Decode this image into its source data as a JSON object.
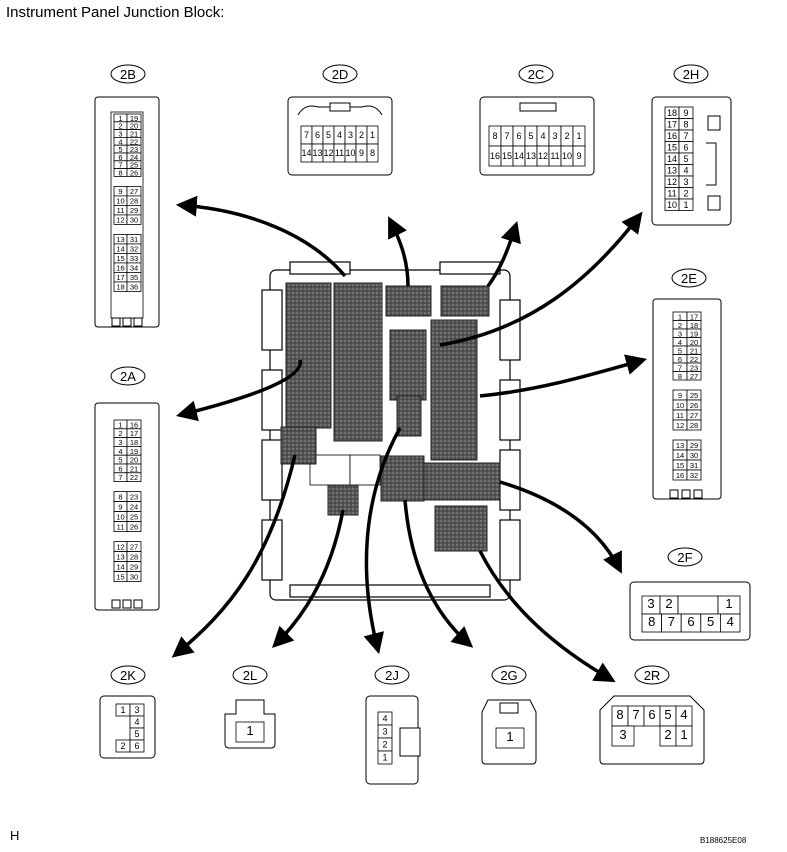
{
  "title": "Instrument Panel Junction Block:",
  "footer_left": "H",
  "footer_right": "B188625E08",
  "connectors": {
    "2B": {
      "label": "2B",
      "rows": [
        [
          "1",
          "19"
        ],
        [
          "2",
          "20"
        ],
        [
          "3",
          "21"
        ],
        [
          "4",
          "22"
        ],
        [
          "5",
          "23"
        ],
        [
          "6",
          "24"
        ],
        [
          "7",
          "25"
        ],
        [
          "8",
          "26"
        ],
        [
          "9",
          "27"
        ],
        [
          "10",
          "28"
        ],
        [
          "11",
          "29"
        ],
        [
          "12",
          "30"
        ],
        [
          "13",
          "31"
        ],
        [
          "14",
          "32"
        ],
        [
          "15",
          "33"
        ],
        [
          "16",
          "34"
        ],
        [
          "17",
          "35"
        ],
        [
          "18",
          "36"
        ]
      ]
    },
    "2A": {
      "label": "2A",
      "rows": [
        [
          "1",
          "16"
        ],
        [
          "2",
          "17"
        ],
        [
          "3",
          "18"
        ],
        [
          "4",
          "19"
        ],
        [
          "5",
          "20"
        ],
        [
          "6",
          "21"
        ],
        [
          "7",
          "22"
        ],
        [
          "8",
          "23"
        ],
        [
          "9",
          "24"
        ],
        [
          "10",
          "25"
        ],
        [
          "11",
          "26"
        ],
        [
          "12",
          "27"
        ],
        [
          "13",
          "28"
        ],
        [
          "14",
          "29"
        ],
        [
          "15",
          "30"
        ]
      ]
    },
    "2D": {
      "label": "2D",
      "top": [
        "7",
        "6",
        "5",
        "4",
        "3",
        "2",
        "1"
      ],
      "bottom": [
        "14",
        "13",
        "12",
        "11",
        "10",
        "9",
        "8"
      ]
    },
    "2C": {
      "label": "2C",
      "top": [
        "8",
        "7",
        "6",
        "5",
        "4",
        "3",
        "2",
        "1"
      ],
      "bottom": [
        "16",
        "15",
        "14",
        "13",
        "12",
        "11",
        "10",
        "9"
      ]
    },
    "2H": {
      "label": "2H",
      "rows": [
        [
          "18",
          "9"
        ],
        [
          "17",
          "8"
        ],
        [
          "16",
          "7"
        ],
        [
          "15",
          "6"
        ],
        [
          "14",
          "5"
        ],
        [
          "13",
          "4"
        ],
        [
          "12",
          "3"
        ],
        [
          "11",
          "2"
        ],
        [
          "10",
          "1"
        ]
      ]
    },
    "2E": {
      "label": "2E",
      "rows": [
        [
          "1",
          "17"
        ],
        [
          "2",
          "18"
        ],
        [
          "3",
          "19"
        ],
        [
          "4",
          "20"
        ],
        [
          "5",
          "21"
        ],
        [
          "6",
          "22"
        ],
        [
          "7",
          "23"
        ],
        [
          "8",
          "27"
        ],
        [
          "9",
          "25"
        ],
        [
          "10",
          "26"
        ],
        [
          "11",
          "27"
        ],
        [
          "12",
          "28"
        ],
        [
          "13",
          "29"
        ],
        [
          "14",
          "30"
        ],
        [
          "15",
          "31"
        ],
        [
          "16",
          "32"
        ]
      ]
    },
    "2F": {
      "label": "2F",
      "top": [
        "3",
        "2",
        "",
        "1"
      ],
      "bottom": [
        "8",
        "7",
        "6",
        "5",
        "4"
      ]
    },
    "2K": {
      "label": "2K",
      "pins": [
        "1",
        "3",
        "4",
        "5",
        "2",
        "6"
      ]
    },
    "2L": {
      "label": "2L",
      "pins": [
        "1"
      ]
    },
    "2J": {
      "label": "2J",
      "pins": [
        "4",
        "3",
        "2",
        "1"
      ]
    },
    "2G": {
      "label": "2G",
      "pins": [
        "1"
      ]
    },
    "2R": {
      "label": "2R",
      "top": [
        "8",
        "7",
        "6",
        "5",
        "4"
      ],
      "bottom": [
        "3",
        "2",
        "1"
      ]
    }
  }
}
